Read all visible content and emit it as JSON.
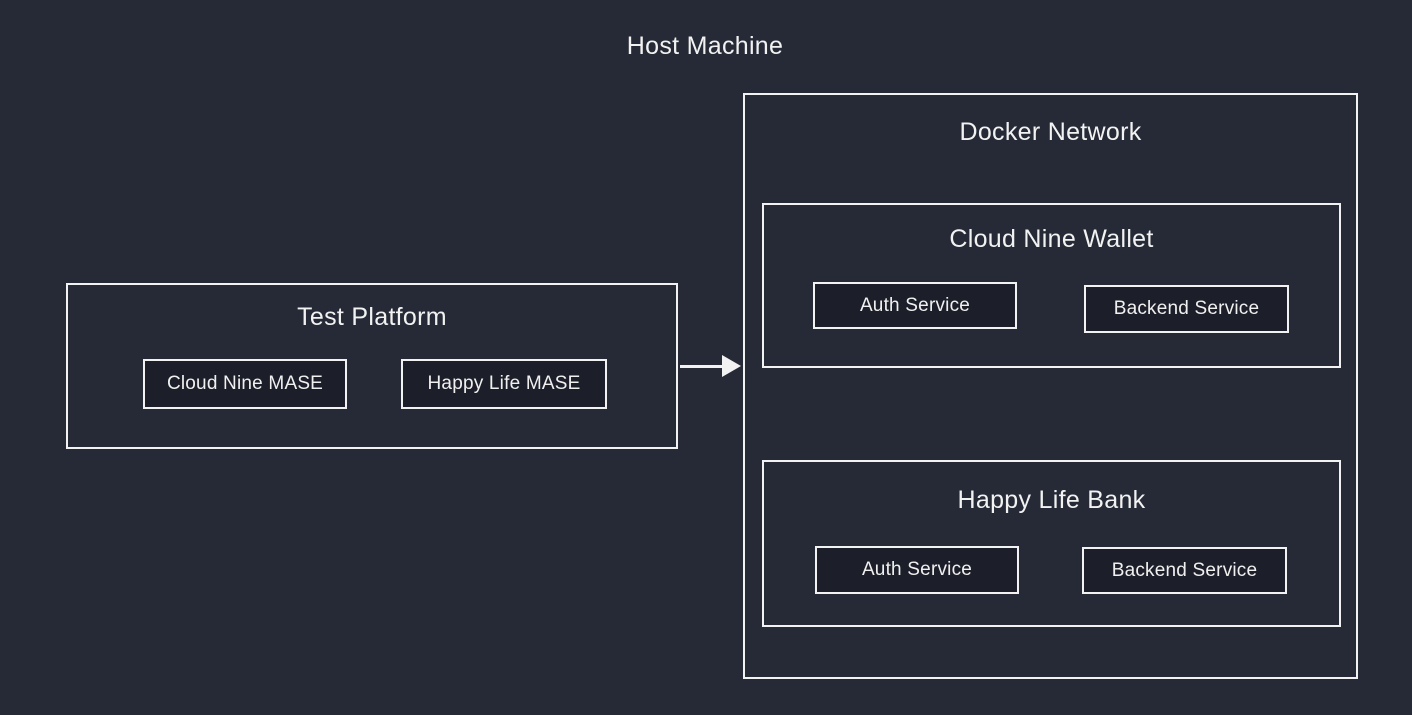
{
  "colors": {
    "background": "#252A36",
    "service_fill": "#1C1F29",
    "border": "#F2F2F2",
    "text": "#F0F0F0"
  },
  "host": {
    "title": "Host Machine",
    "docker_network": {
      "title": "Docker Network",
      "groups": [
        {
          "title": "Cloud Nine Wallet",
          "services": [
            "Auth Service",
            "Backend Service"
          ]
        },
        {
          "title": "Happy Life Bank",
          "services": [
            "Auth Service",
            "Backend Service"
          ]
        }
      ]
    },
    "test_platform": {
      "title": "Test Platform",
      "nodes": [
        "Cloud Nine MASE",
        "Happy Life MASE"
      ]
    },
    "arrow": {
      "from": "Test Platform",
      "to": "Docker Network",
      "direction": "right"
    }
  }
}
